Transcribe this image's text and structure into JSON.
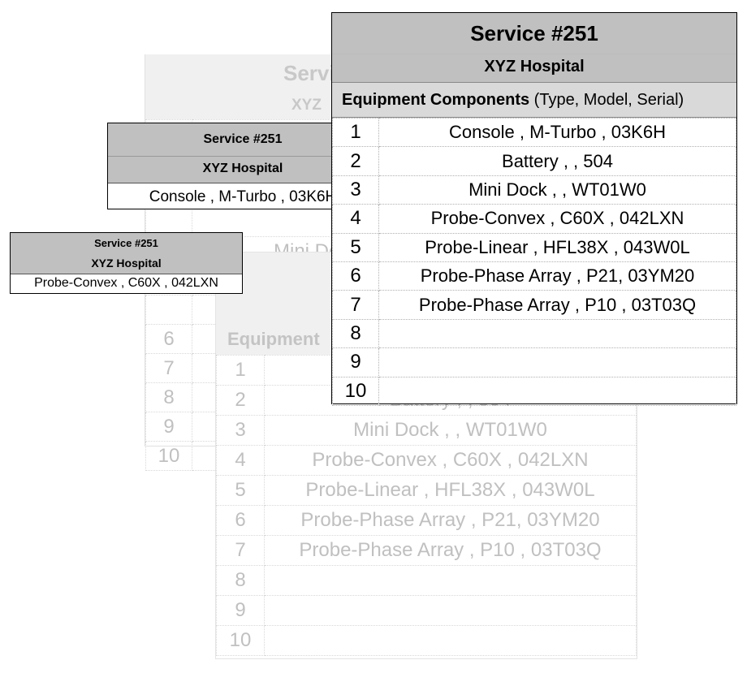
{
  "service_title": "Service #251",
  "hospital": "XYZ Hospital",
  "equipment_header": {
    "bold": "Equipment Components",
    "rest": " (Type, Model, Serial)",
    "faded": "Equipment"
  },
  "items": [
    {
      "n": "1",
      "text": "Console , M-Turbo , 03K6H"
    },
    {
      "n": "2",
      "text": "Battery , , 504"
    },
    {
      "n": "3",
      "text": "Mini Dock , , WT01W0"
    },
    {
      "n": "4",
      "text": "Probe-Convex , C60X , 042LXN"
    },
    {
      "n": "5",
      "text": "Probe-Linear , HFL38X , 043W0L"
    },
    {
      "n": "6",
      "text": "Probe-Phase Array , P21, 03YM20"
    },
    {
      "n": "7",
      "text": "Probe-Phase Array , P10 , 03T03Q"
    },
    {
      "n": "8",
      "text": ""
    },
    {
      "n": "9",
      "text": ""
    },
    {
      "n": "10",
      "text": ""
    }
  ],
  "back_sheet": {
    "title_partial": "Servi",
    "hospital_partial": "XYZ",
    "row3_partial": "Mini Do"
  },
  "card_a": {
    "value": "Console , M-Turbo , 03K6H"
  },
  "card_b": {
    "value": "Probe-Convex , C60X , 042LXN"
  }
}
